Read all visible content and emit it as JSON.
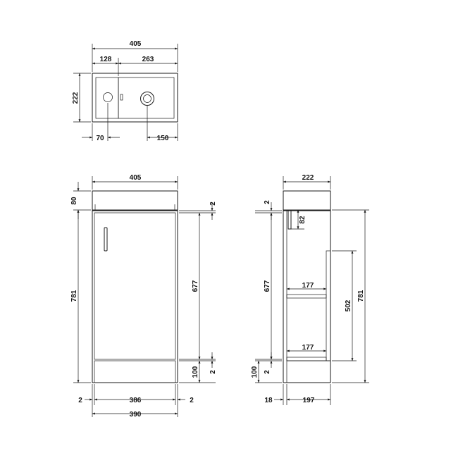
{
  "top_view": {
    "width": "405",
    "tap_section": "128",
    "basin_section": "263",
    "depth": "222",
    "tap_offset": "70",
    "waste_offset": "150"
  },
  "front_view": {
    "width": "405",
    "basin_height": "80",
    "total_height": "781",
    "door_height": "677",
    "plinth_height": "100",
    "gap_top": "2",
    "gap_bottom": "2",
    "side_left": "2",
    "door_width": "386",
    "side_right": "2",
    "carcass_width": "390"
  },
  "side_view": {
    "depth": "222",
    "gap_top": "2",
    "handle": "82",
    "door_height": "677",
    "shelf_top": "177",
    "shelf_bottom": "177",
    "shelf_height": "502",
    "total_height": "781",
    "plinth_height": "100",
    "gap_bottom": "2",
    "door_thickness": "18",
    "inner_depth": "197"
  }
}
